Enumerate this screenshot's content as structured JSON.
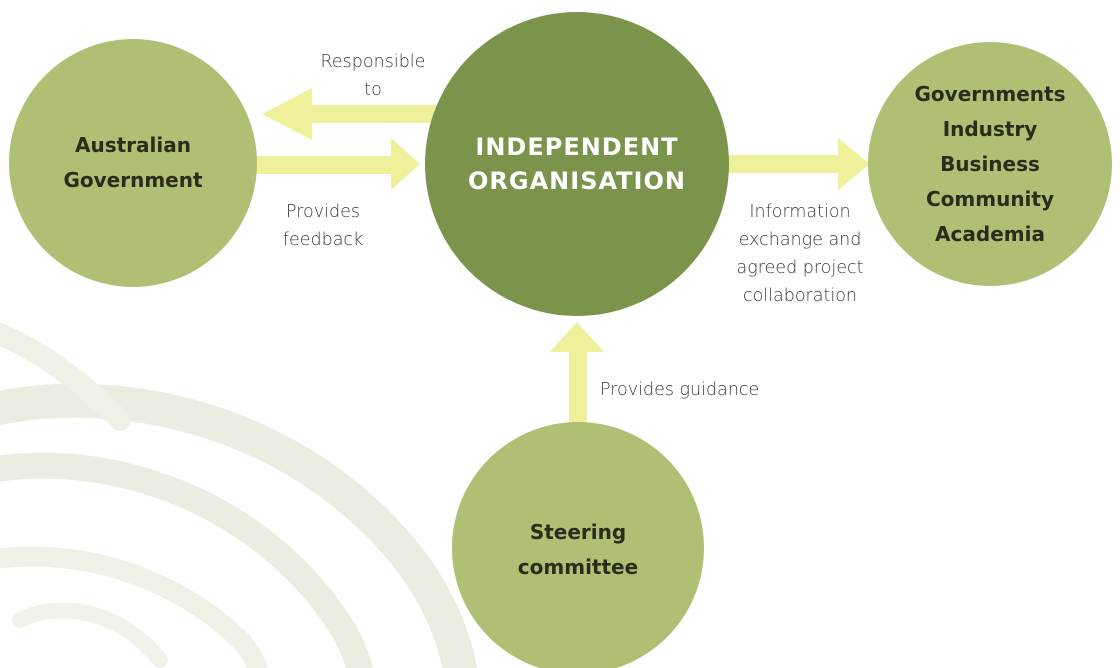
{
  "colors": {
    "outer_circle": "#afbf74",
    "center_circle": "#7a944b",
    "arrow": "#eef09a",
    "swirl": "#e9eee0"
  },
  "nodes": {
    "australian_government": {
      "lines": [
        "Australian",
        "Government"
      ]
    },
    "independent_organisation": {
      "lines": [
        "INDEPENDENT",
        "ORGANISATION"
      ]
    },
    "stakeholders": {
      "lines": [
        "Governments",
        "Industry",
        "Business",
        "Community",
        "Academia"
      ]
    },
    "steering_committee": {
      "lines": [
        "Steering",
        "committee"
      ]
    }
  },
  "edges": {
    "responsible_to": {
      "lines": [
        "Responsible",
        "to"
      ]
    },
    "provides_feedback": {
      "lines": [
        "Provides",
        "feedback"
      ]
    },
    "information_exchange": {
      "lines": [
        "Information",
        "exchange and",
        "agreed project",
        "collaboration"
      ]
    },
    "provides_guidance": {
      "lines": [
        "Provides guidance"
      ]
    }
  }
}
